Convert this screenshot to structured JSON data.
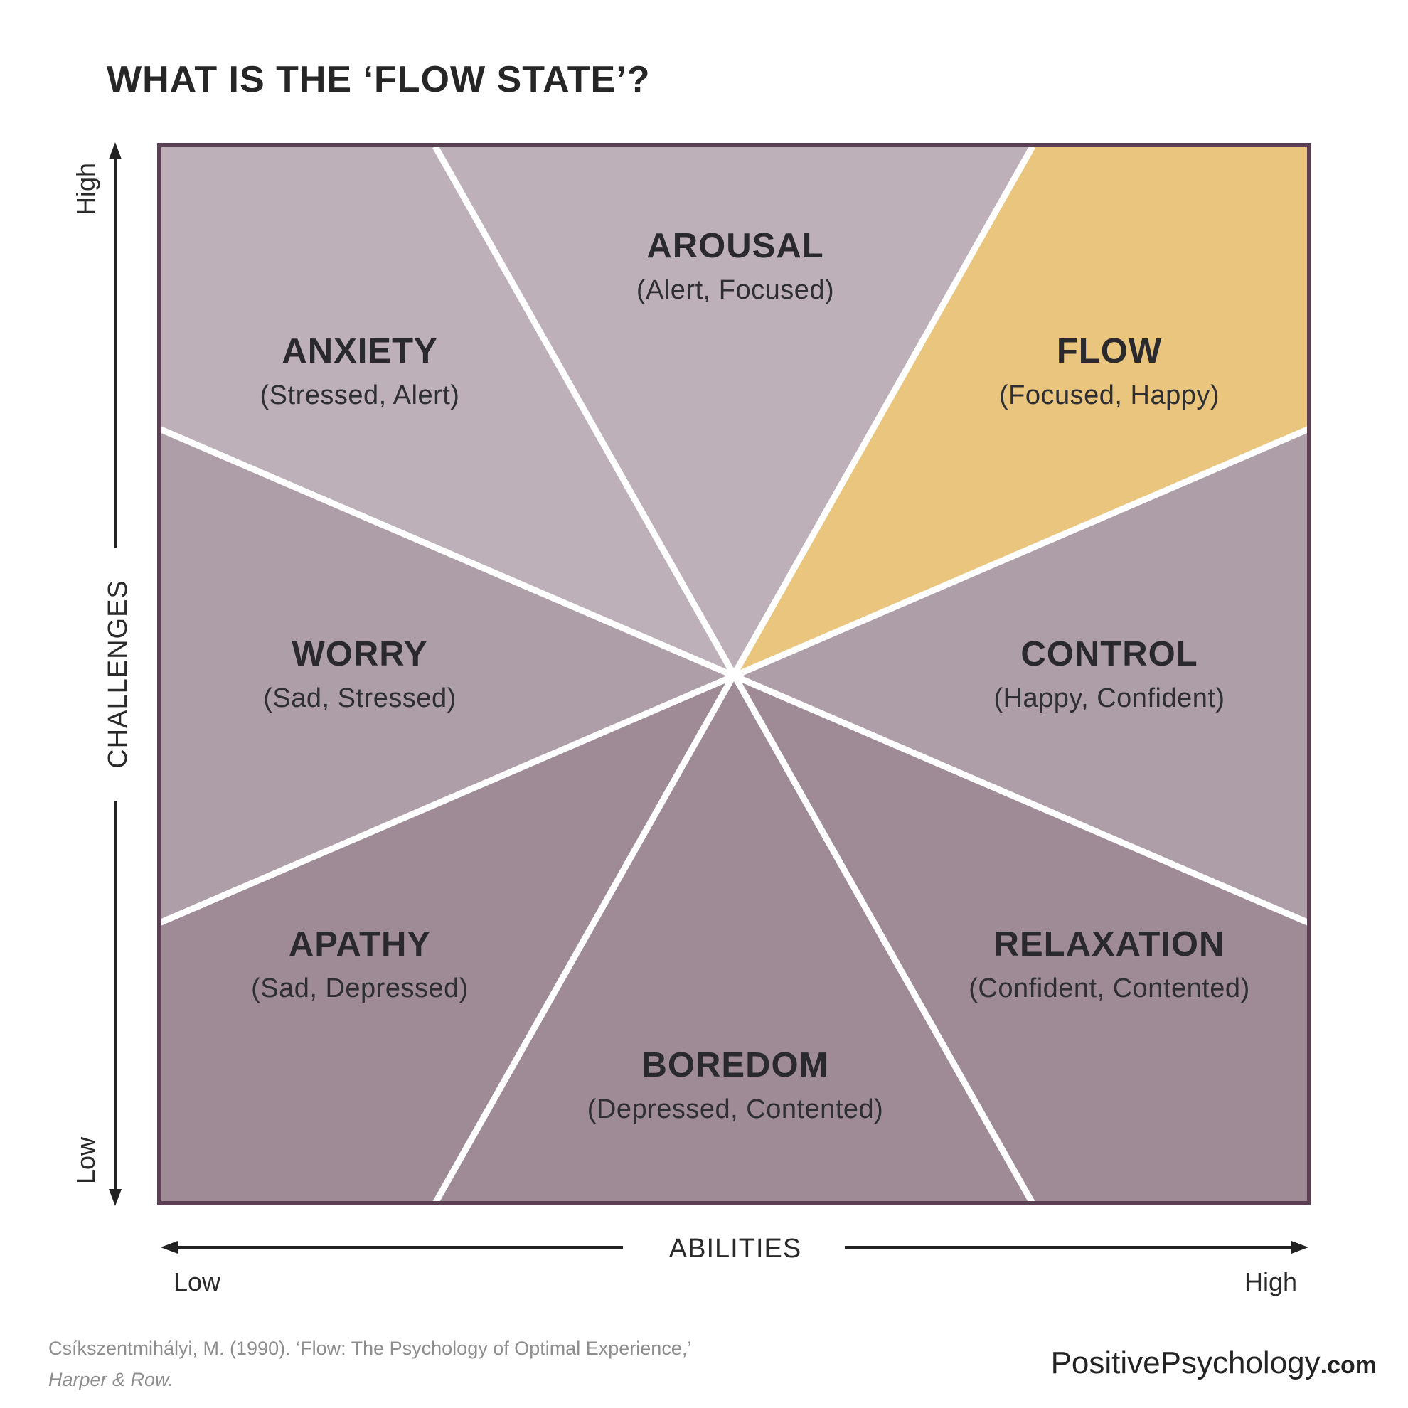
{
  "title": "WHAT IS THE ‘FLOW STATE’?",
  "colors": {
    "flow": "#E9C57E",
    "light": "#BDB0B9",
    "mid": "#AE9EA7",
    "dark": "#9E8B96",
    "border": "#5B3F53",
    "divider": "#FFFFFF"
  },
  "axes": {
    "y_label": "CHALLENGES",
    "y_high": "High",
    "y_low": "Low",
    "x_label": "ABILITIES",
    "x_low": "Low",
    "x_high": "High"
  },
  "zones": [
    {
      "name": "AROUSAL",
      "sub": "(Alert, Focused)",
      "tone": "light"
    },
    {
      "name": "FLOW",
      "sub": "(Focused, Happy)",
      "tone": "flow"
    },
    {
      "name": "ANXIETY",
      "sub": "(Stressed, Alert)",
      "tone": "light"
    },
    {
      "name": "WORRY",
      "sub": "(Sad, Stressed)",
      "tone": "mid"
    },
    {
      "name": "CONTROL",
      "sub": "(Happy, Confident)",
      "tone": "mid"
    },
    {
      "name": "APATHY",
      "sub": "(Sad, Depressed)",
      "tone": "dark"
    },
    {
      "name": "RELAXATION",
      "sub": "(Confident, Contented)",
      "tone": "dark"
    },
    {
      "name": "BOREDOM",
      "sub": "(Depressed, Contented)",
      "tone": "dark"
    }
  ],
  "citation": {
    "line1": "Csíkszentmihályi, M. (1990). ‘Flow: The Psychology of Optimal Experience,’",
    "line2": "Harper & Row."
  },
  "brand": {
    "name": "PositivePsychology",
    "domain": ".com"
  }
}
